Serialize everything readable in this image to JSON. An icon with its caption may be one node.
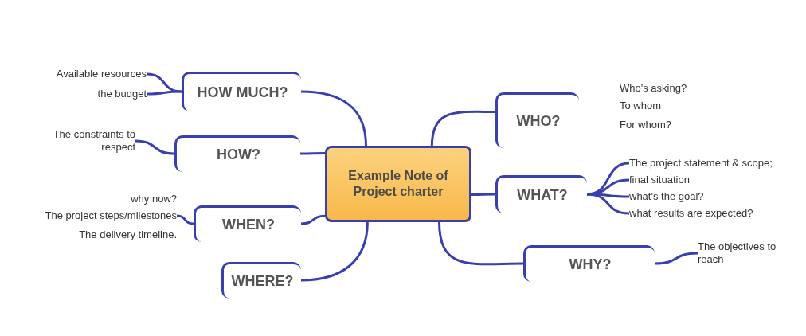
{
  "diagram": {
    "nodes": [
      {
        "text": [
          "Example Note of Project charter"
        ]
      },
      {
        "text": [
          "HOW MUCH?"
        ]
      },
      {
        "text": [
          "HOW?"
        ]
      },
      {
        "text": [
          "WHEN?"
        ]
      },
      {
        "text": [
          "WHERE?"
        ]
      },
      {
        "text": [
          "WHO?"
        ]
      },
      {
        "text": [
          "WHAT?"
        ]
      },
      {
        "text": [
          "WHY?"
        ]
      },
      {
        "text": [
          "Available resources"
        ]
      },
      {
        "text": [
          "the budget"
        ]
      },
      {
        "text": [
          "The constraints to respect"
        ]
      },
      {
        "text": [
          "why now?"
        ]
      },
      {
        "text": [
          "The project steps/milestones"
        ]
      },
      {
        "text": [
          "The delivery timeline."
        ]
      },
      {
        "text": [
          "Who's asking?"
        ]
      },
      {
        "text": [
          "To whom"
        ]
      },
      {
        "text": [
          "For whom?"
        ]
      },
      {
        "text": [
          "The project statement & scope;"
        ]
      },
      {
        "text": [
          "final situation"
        ]
      },
      {
        "text": [
          "what's the goal?"
        ]
      },
      {
        "text": [
          "what results are expected?"
        ]
      },
      {
        "text": [
          "The objectives to reach"
        ]
      }
    ],
    "edges": [
      {
        "from": 0,
        "to": 1,
        "arrow": "none"
      },
      {
        "from": 0,
        "to": 2,
        "arrow": "none"
      },
      {
        "from": 0,
        "to": 3,
        "arrow": "none"
      },
      {
        "from": 0,
        "to": 4,
        "arrow": "none"
      },
      {
        "from": 0,
        "to": 5,
        "arrow": "none"
      },
      {
        "from": 0,
        "to": 6,
        "arrow": "none"
      },
      {
        "from": 0,
        "to": 7,
        "arrow": "none"
      },
      {
        "from": 1,
        "to": 8,
        "arrow": "none"
      },
      {
        "from": 1,
        "to": 9,
        "arrow": "none"
      },
      {
        "from": 2,
        "to": 10,
        "arrow": "none"
      },
      {
        "from": 3,
        "to": 12,
        "arrow": "none"
      },
      {
        "from": 6,
        "to": 17,
        "arrow": "none"
      },
      {
        "from": 6,
        "to": 18,
        "arrow": "none"
      },
      {
        "from": 6,
        "to": 19,
        "arrow": "none"
      },
      {
        "from": 6,
        "to": 20,
        "arrow": "none"
      },
      {
        "from": 7,
        "to": 21,
        "arrow": "none"
      }
    ]
  }
}
